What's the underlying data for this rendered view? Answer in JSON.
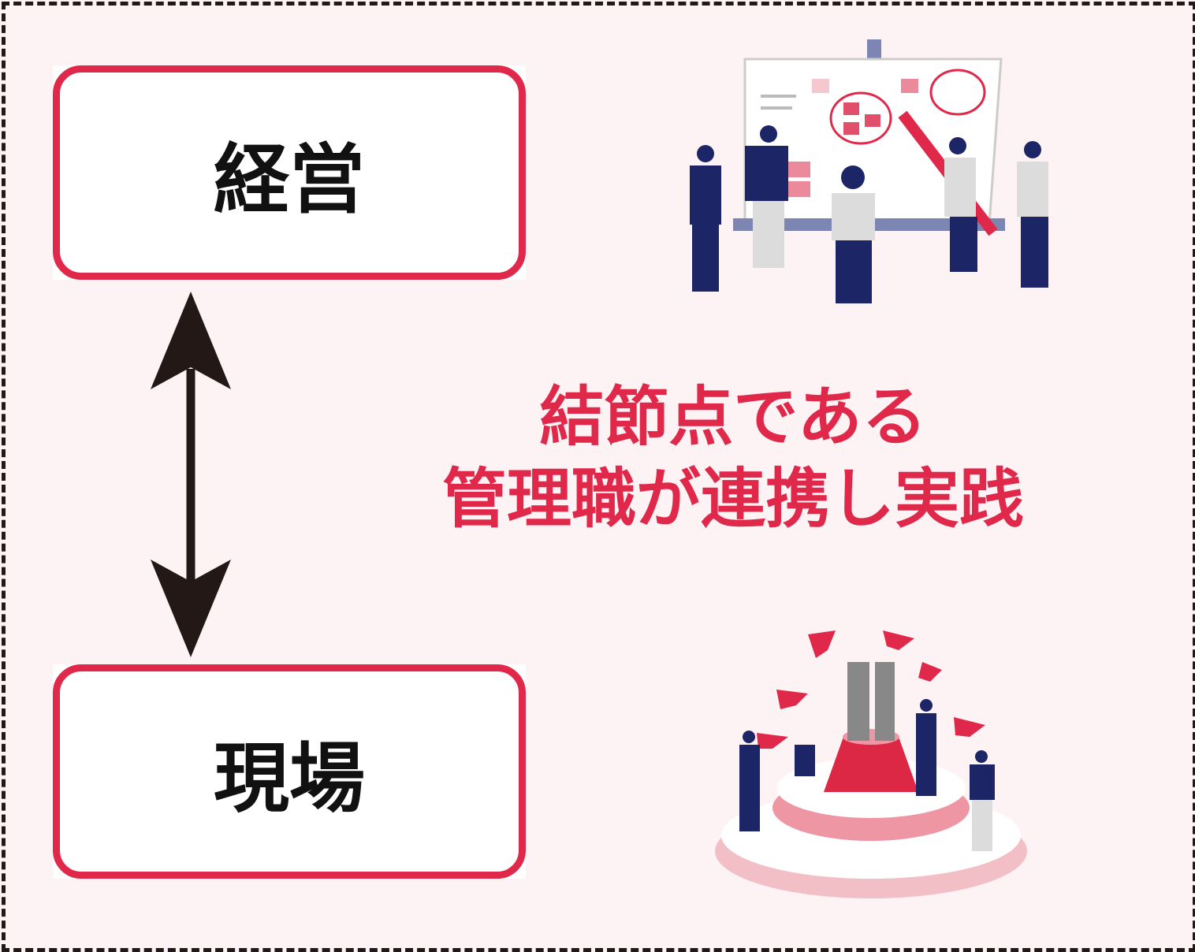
{
  "top_box": {
    "label": "経営"
  },
  "bottom_box": {
    "label": "現場"
  },
  "center": {
    "line1": "結節点である",
    "line2": "管理職が連携し実践"
  },
  "colors": {
    "accent": "#e0284a",
    "background": "#fdf3f4",
    "arrow": "#231815",
    "navy": "#1c2566"
  }
}
